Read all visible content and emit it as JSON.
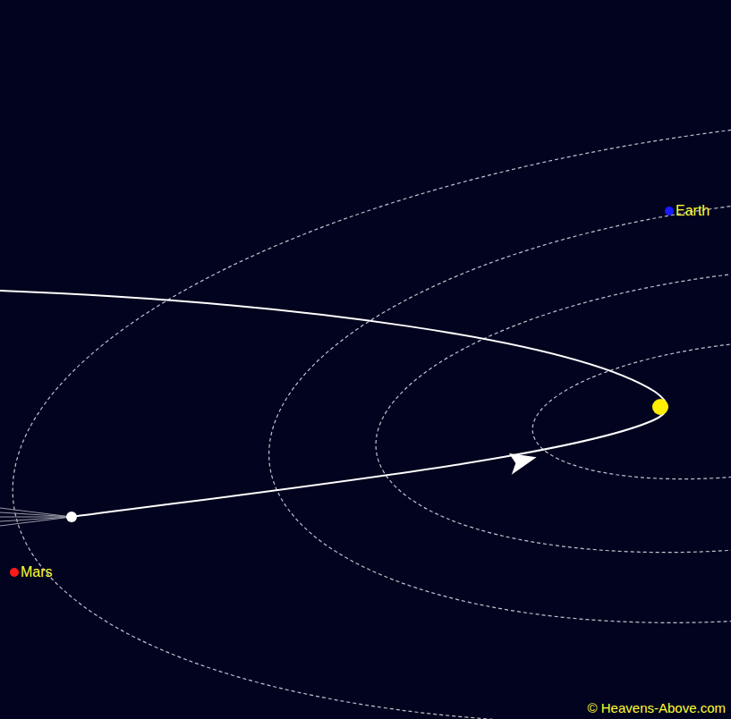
{
  "diagram": {
    "labels": [
      "Earth",
      "Mars",
      "© Heavens-Above.com"
    ]
  }
}
